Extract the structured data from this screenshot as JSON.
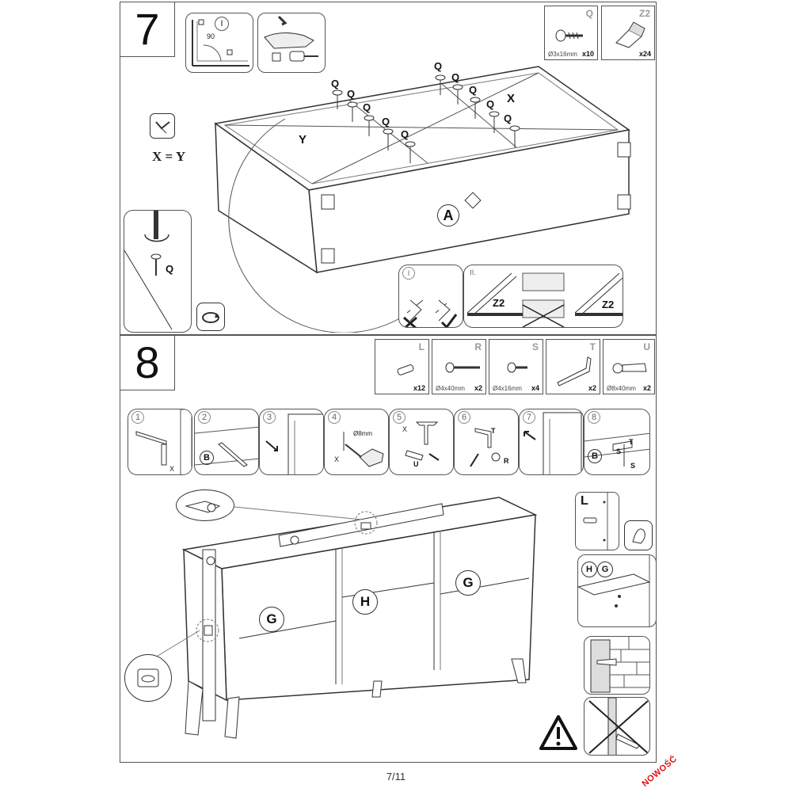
{
  "page": {
    "number": "7/11",
    "stamp": "NOWOŚĆ"
  },
  "step7": {
    "number": "7",
    "parts": [
      {
        "letter": "Q",
        "size": "Ø3x16mm",
        "qty": "x10",
        "icon": "screw-icon"
      },
      {
        "letter": "Z2",
        "size": "",
        "qty": "x24",
        "icon": "corner-bracket-icon"
      }
    ],
    "detail_labels": {
      "one": "I",
      "two": "II.",
      "angle": "90"
    },
    "formula": "X = Y",
    "labels": {
      "x": "X",
      "y": "Y",
      "a": "A",
      "q": "Q",
      "z2": "Z2"
    }
  },
  "step8": {
    "number": "8",
    "parts": [
      {
        "letter": "L",
        "size": "",
        "qty": "x12",
        "icon": "dowel-icon"
      },
      {
        "letter": "R",
        "size": "Ø4x40mm",
        "qty": "x2",
        "icon": "wood-screw-icon"
      },
      {
        "letter": "S",
        "size": "Ø4x16mm",
        "qty": "x4",
        "icon": "short-screw-icon"
      },
      {
        "letter": "T",
        "size": "",
        "qty": "x2",
        "icon": "angle-bracket-icon"
      },
      {
        "letter": "U",
        "size": "Ø8x40mm",
        "qty": "x2",
        "icon": "wall-plug-icon"
      }
    ],
    "substeps": [
      "1",
      "2",
      "3",
      "4",
      "5",
      "6",
      "7",
      "8"
    ],
    "substep_labels": {
      "b": "B",
      "x": "X",
      "u": "U",
      "t": "T",
      "r": "R",
      "s": "S",
      "drill": "Ø8mm"
    },
    "shelf_labels": {
      "g": "G",
      "h": "H"
    },
    "side_labels": {
      "l": "L",
      "h": "H",
      "g": "G"
    }
  }
}
